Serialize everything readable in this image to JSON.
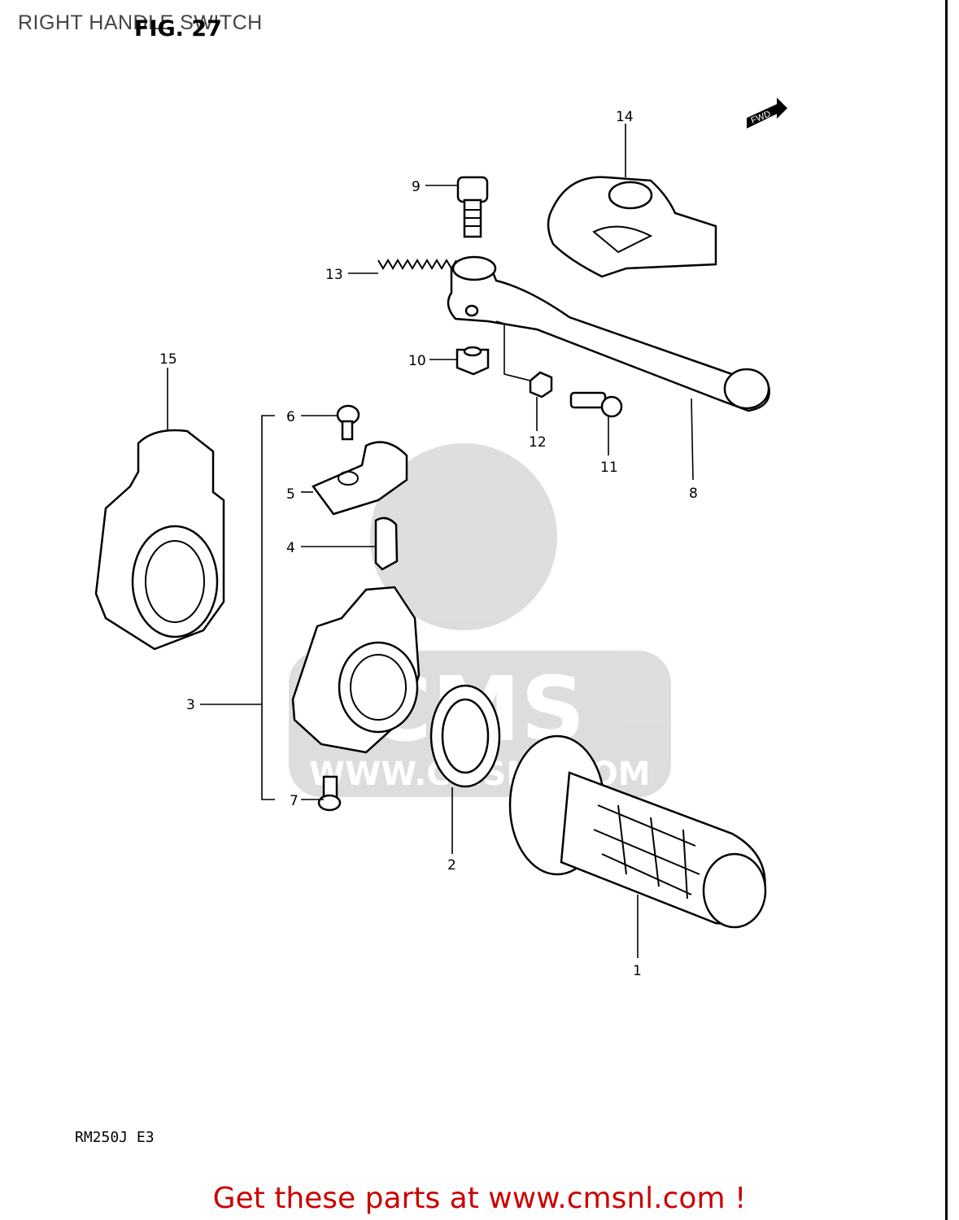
{
  "header": {
    "page_title": "RIGHT HANDLE SWITCH",
    "figure_title": "FIG. 27"
  },
  "diagram": {
    "direction_badge": "FWD",
    "part_numbers": [
      "1",
      "2",
      "3",
      "4",
      "5",
      "6",
      "7",
      "8",
      "9",
      "10",
      "11",
      "12",
      "13",
      "14",
      "15"
    ],
    "model_code": "RM250J E3"
  },
  "watermark": {
    "brand": "CMS",
    "url": "WWW.CMSNL.COM"
  },
  "footer": {
    "link_text": "Get these parts at www.cmsnl.com !"
  }
}
